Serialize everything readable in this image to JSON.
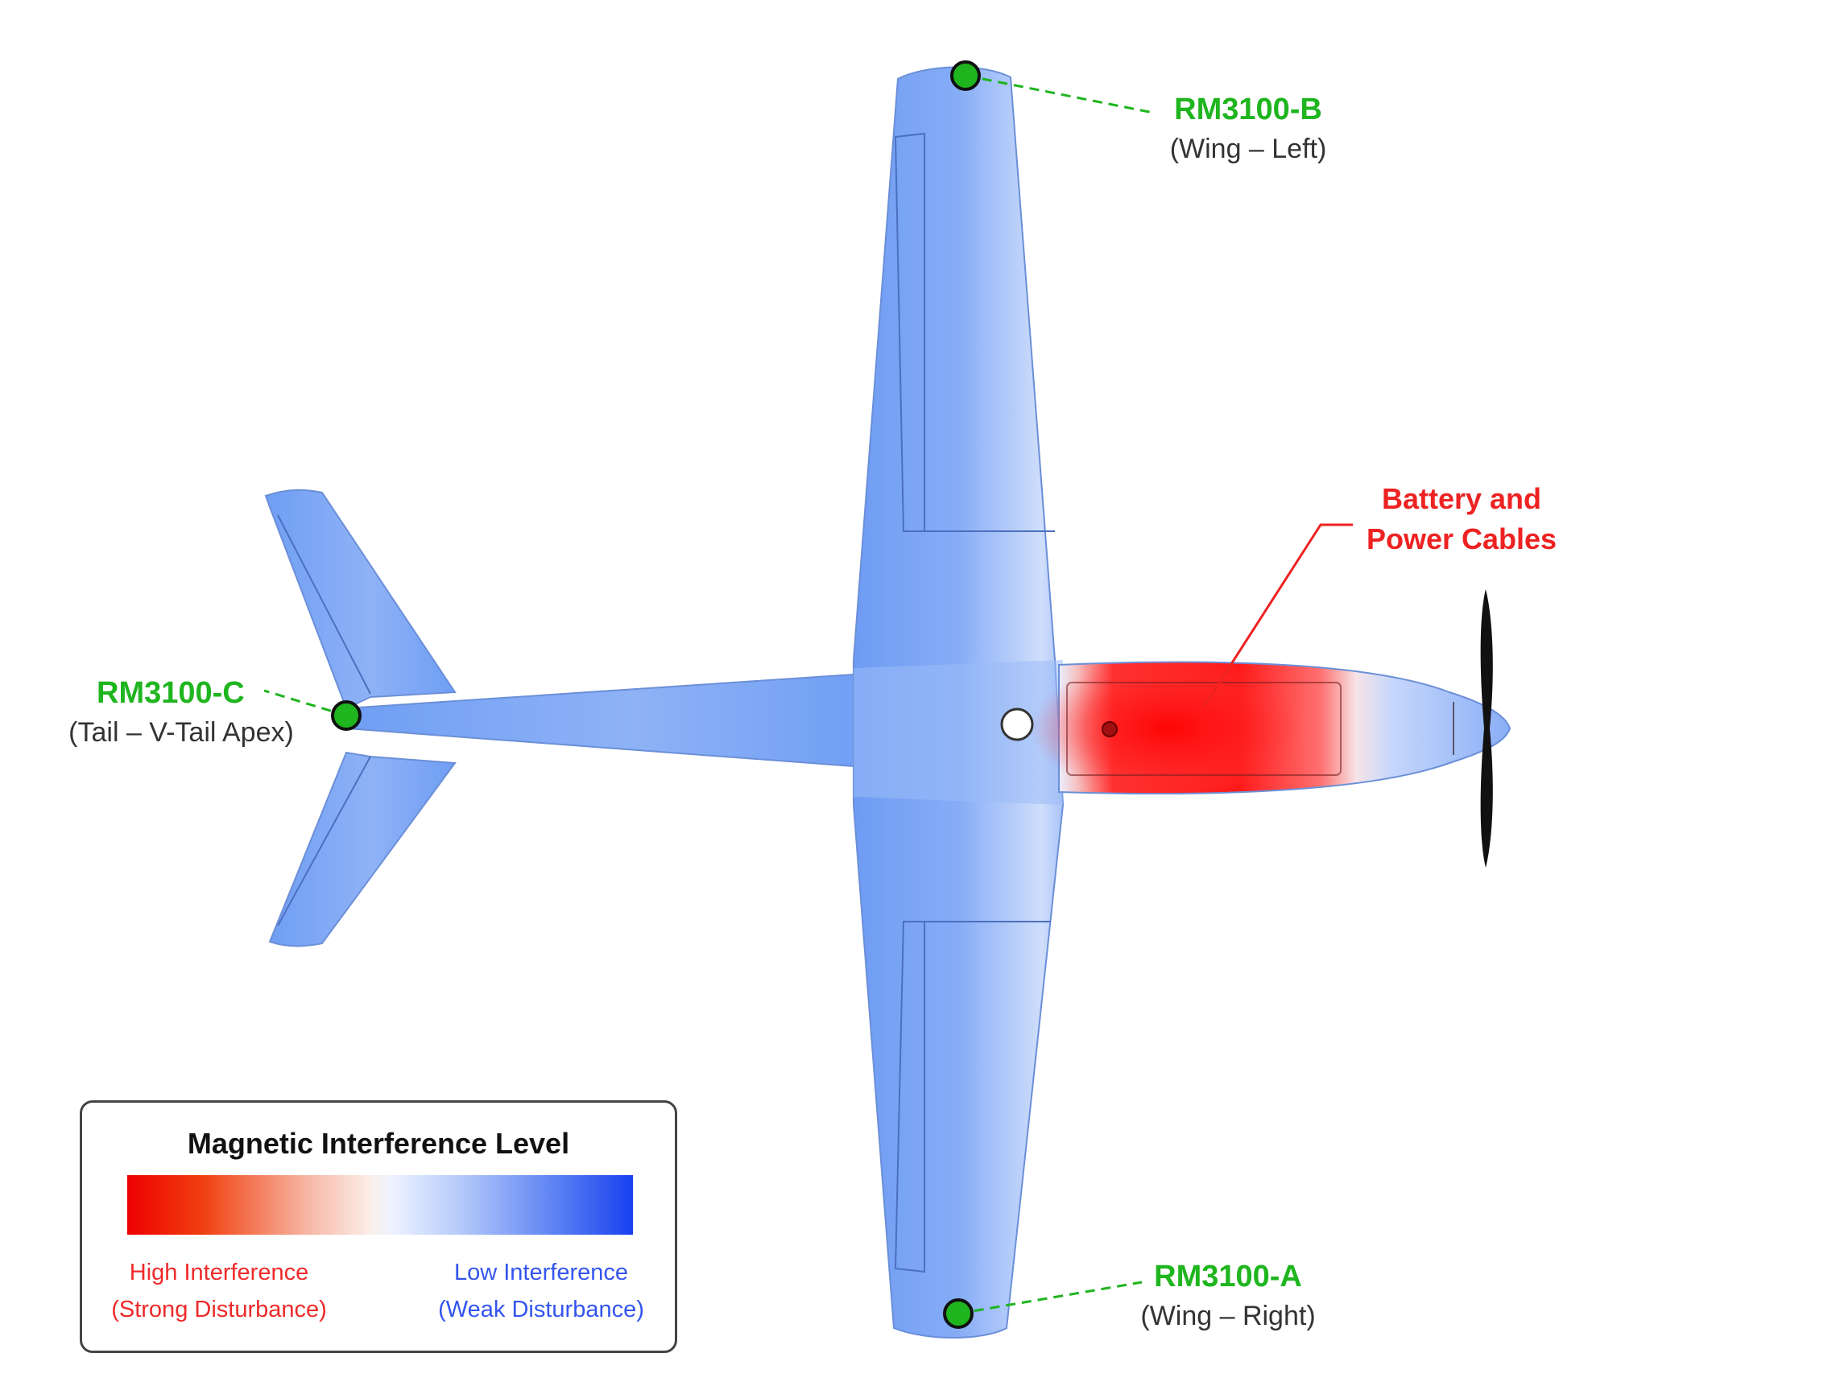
{
  "colors": {
    "sensor_marker": "#1fb51f",
    "high_interference": "#ee1111",
    "low_interference": "#1740ef",
    "airframe_blue": "#7aa4f5"
  },
  "sensors": {
    "wing_left": {
      "name": "RM3100-B",
      "location": "(Wing – Left)"
    },
    "wing_right": {
      "name": "RM3100-A",
      "location": "(Wing – Right)"
    },
    "tail": {
      "name": "RM3100-C",
      "location": "(Tail – V-Tail Apex)"
    }
  },
  "interference_source": {
    "line1": "Battery and",
    "line2": "Power Cables"
  },
  "legend": {
    "title": "Magnetic Interference Level",
    "high": {
      "line1": "High Interference",
      "line2": "(Strong Disturbance)"
    },
    "low": {
      "line1": "Low Interference",
      "line2": "(Weak Disturbance)"
    }
  }
}
